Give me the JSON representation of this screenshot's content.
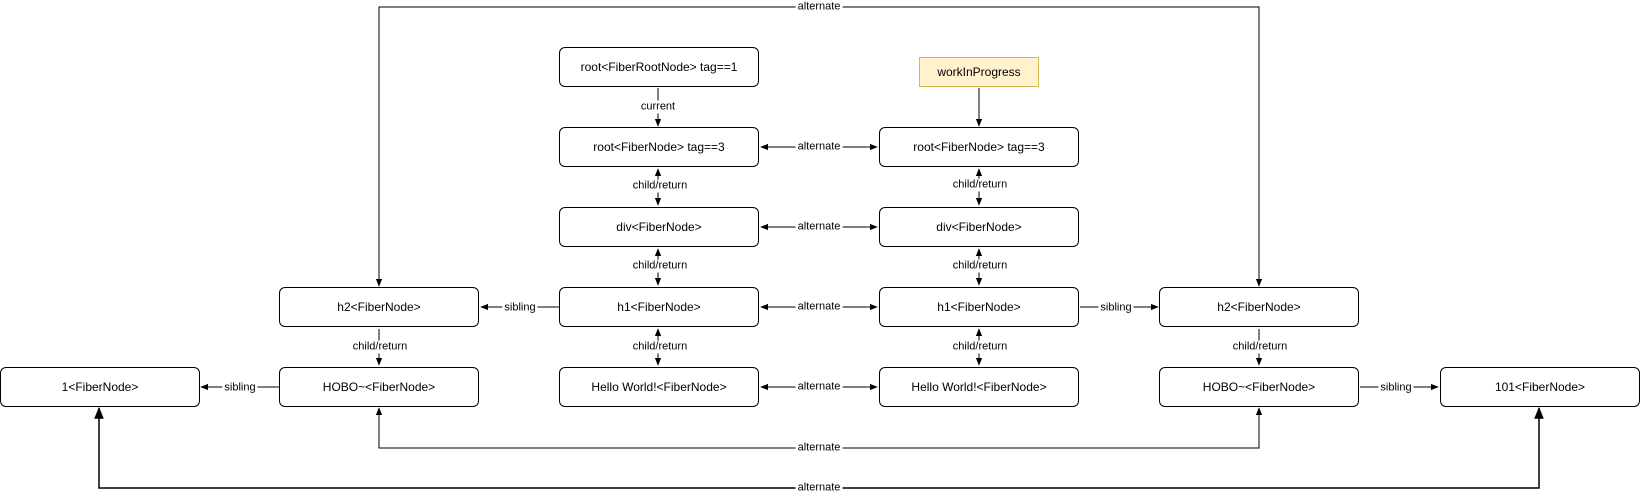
{
  "nodes": {
    "fiber_root": "root<FiberRootNode> tag==1",
    "wip": "workInProgress",
    "root_current": "root<FiberNode> tag==3",
    "root_wip": "root<FiberNode> tag==3",
    "div_current": "div<FiberNode>",
    "div_wip": "div<FiberNode>",
    "h1_current": "h1<FiberNode>",
    "h1_wip": "h1<FiberNode>",
    "h2_current": "h2<FiberNode>",
    "h2_wip": "h2<FiberNode>",
    "hello_current": "Hello World!<FiberNode>",
    "hello_wip": "Hello World!<FiberNode>",
    "hobo_current": "HOBO~<FiberNode>",
    "hobo_wip": "HOBO~<FiberNode>",
    "one": "1<FiberNode>",
    "hundred_one": "101<FiberNode>"
  },
  "edges": {
    "current": "current",
    "alternate": "alternate",
    "child_return": "child/return",
    "sibling": "sibling"
  },
  "colors": {
    "wip_fill": "#fff2cc",
    "wip_border": "#d6b656",
    "stroke": "#000000"
  }
}
